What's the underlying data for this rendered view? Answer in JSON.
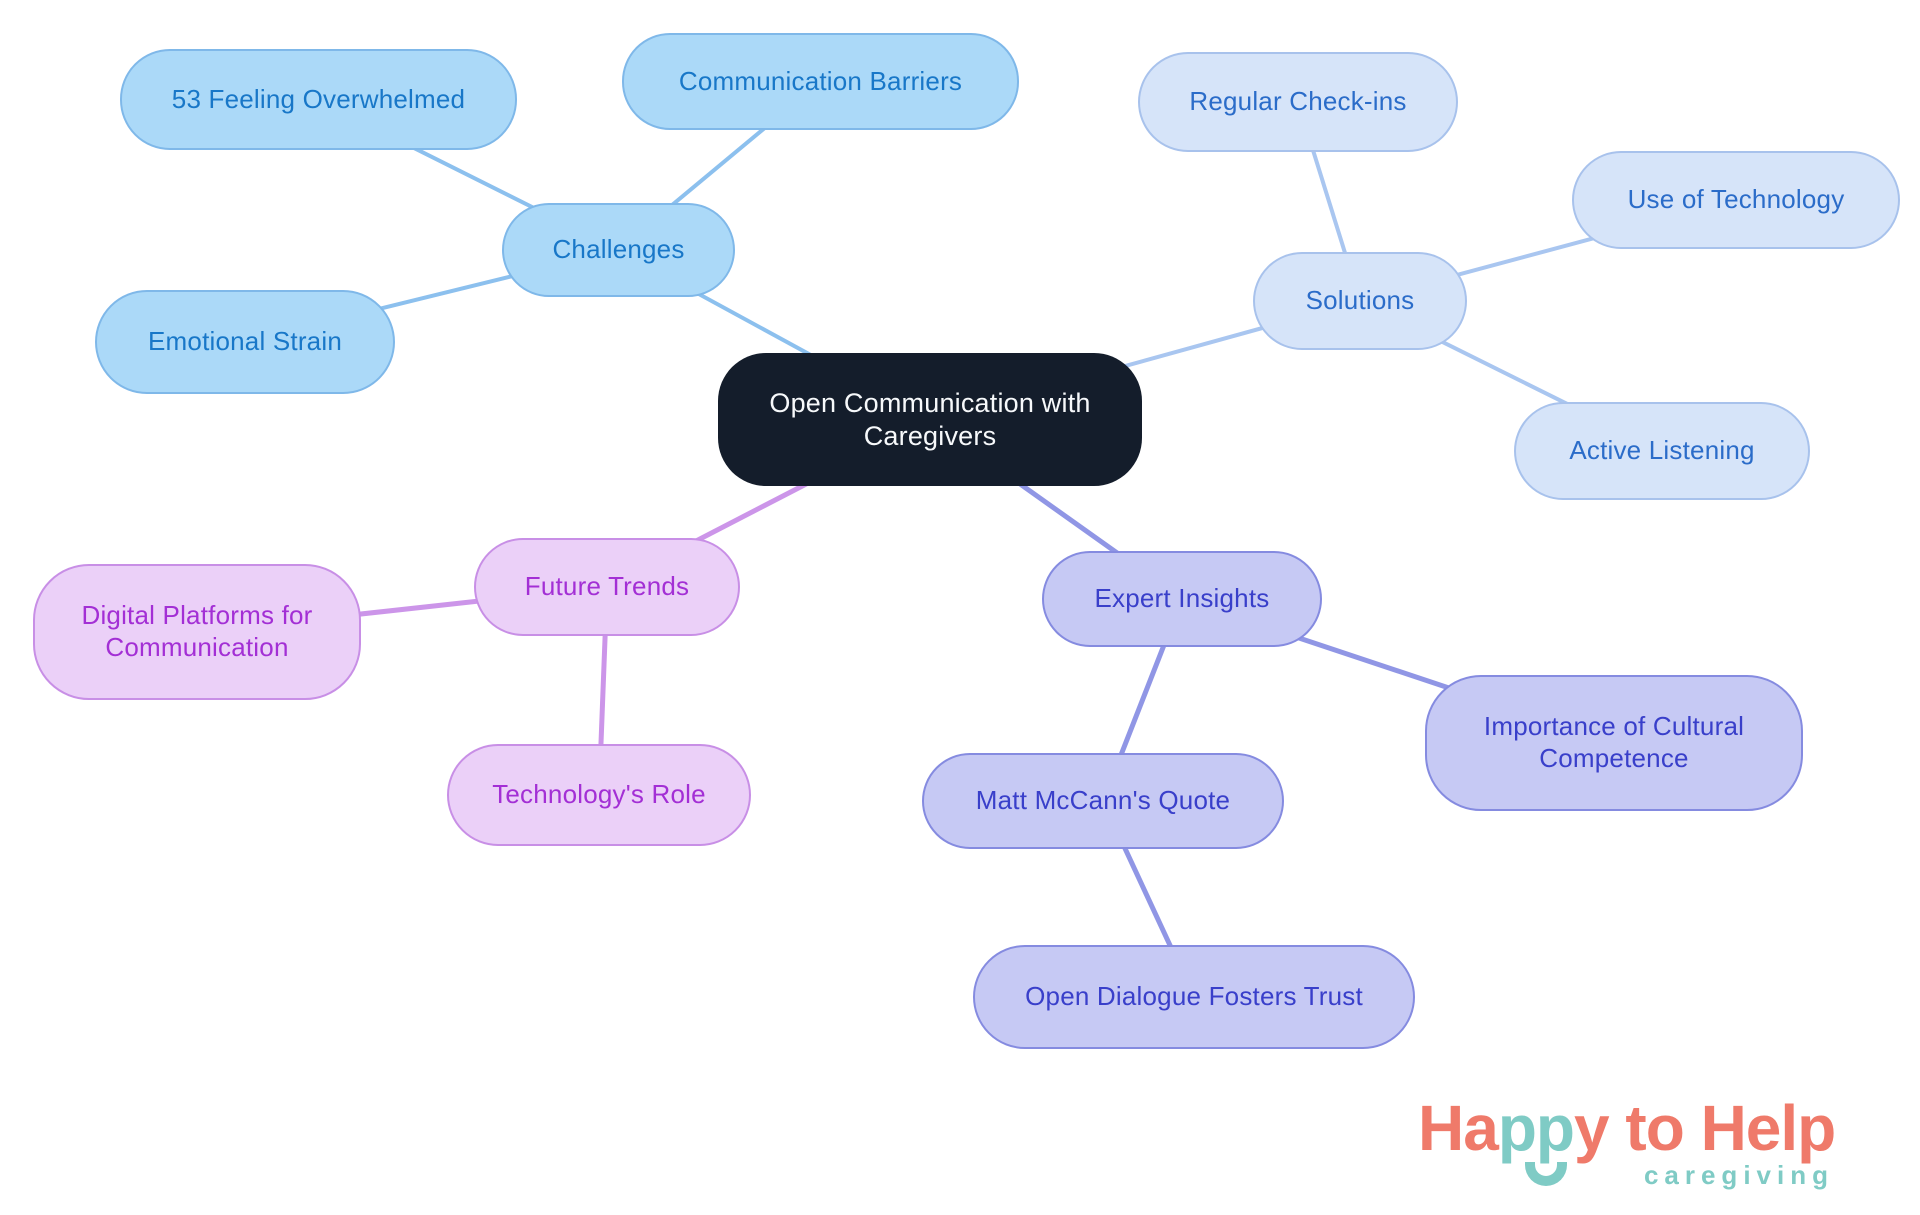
{
  "title": "Open Communication with Caregivers mind map",
  "palette": {
    "center": {
      "fill": "#141D2B",
      "text": "#F7F9FB"
    },
    "challenges": {
      "fill": "#ABD9F8",
      "border": "#7FB8E9",
      "text": "#1877C8",
      "edge": "#8CC0EE"
    },
    "solutions": {
      "fill": "#D6E4F9",
      "border": "#A8C2EC",
      "text": "#2B6CC9",
      "edge": "#A9C6F0"
    },
    "future": {
      "fill": "#EBD0F8",
      "border": "#C88FE6",
      "text": "#A32FD5",
      "edge": "#CC95E9"
    },
    "expert": {
      "fill": "#C6C9F4",
      "border": "#858BE0",
      "text": "#393FCA",
      "edge": "#9096E5"
    }
  },
  "nodes": {
    "center": {
      "label": "Open Communication with Caregivers"
    },
    "challenges": {
      "label": "Challenges"
    },
    "feeling_overwhelmed": {
      "label": "53 Feeling Overwhelmed"
    },
    "communication_barriers": {
      "label": "Communication Barriers"
    },
    "emotional_strain": {
      "label": "Emotional Strain"
    },
    "solutions": {
      "label": "Solutions"
    },
    "regular_check_ins": {
      "label": "Regular Check-ins"
    },
    "use_of_technology": {
      "label": "Use of Technology"
    },
    "active_listening": {
      "label": "Active Listening"
    },
    "future_trends": {
      "label": "Future Trends"
    },
    "digital_platforms": {
      "label": "Digital Platforms for Communication"
    },
    "technologys_role": {
      "label": "Technology's Role"
    },
    "expert_insights": {
      "label": "Expert Insights"
    },
    "matt_mccanns_quote": {
      "label": "Matt McCann's Quote"
    },
    "importance_cultural": {
      "label": "Importance of Cultural Competence"
    },
    "open_dialogue": {
      "label": "Open Dialogue Fosters Trust"
    }
  },
  "logo": {
    "word_part1": "Ha",
    "word_part2": "pp",
    "word_part3": "y to Help",
    "subtitle": "caregiving",
    "coral": "#EF7A6A",
    "teal": "#7FCBC5"
  }
}
